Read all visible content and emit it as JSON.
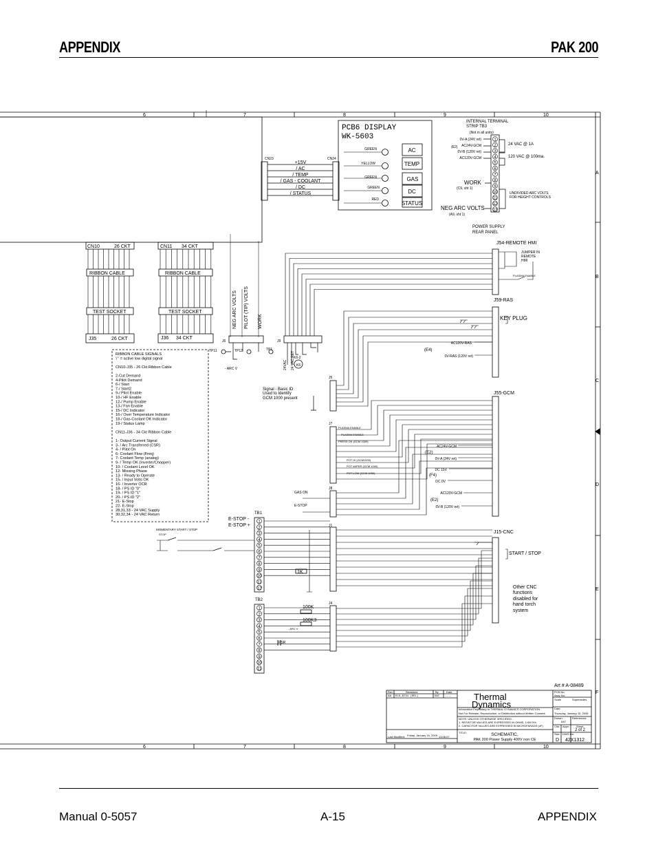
{
  "header": {
    "left": "APPENDIX",
    "right": "PAK 200"
  },
  "footer": {
    "left": "Manual    0-5057",
    "center": "A-15",
    "right": "APPENDIX"
  },
  "zones": {
    "cols": [
      "6",
      "7",
      "8",
      "9",
      "10"
    ],
    "rows": [
      "A",
      "B",
      "C",
      "D",
      "E",
      "F"
    ]
  },
  "pcb6": {
    "title1": "PCB6  DISPLAY",
    "title2": "WK-5603",
    "cn23": "CN23",
    "cn24": "CN24",
    "signals": [
      "+15V",
      "/ AC",
      "/ TEMP",
      "/ GAS - COOLANT",
      "/ DC",
      "/ STATUS"
    ],
    "leds": [
      "GREEN",
      "YELLOW",
      "GREEN",
      "GREEN",
      "RED"
    ],
    "buttons": [
      "AC",
      "TEMP",
      "GAS",
      "DC",
      "STATUS"
    ]
  },
  "tb3": {
    "title1": "INTERNAL TERMINAL",
    "title2": "STRIP  TB3",
    "note": "(Not in all units)",
    "terms": [
      "1",
      "2",
      "3",
      "4",
      "5",
      "6",
      "7",
      "8",
      "9",
      "10",
      "11",
      "12",
      "13"
    ],
    "labels": [
      "0V-A (24V ret)",
      "AC24V-GCM",
      "0V-B (120V ret)",
      "AC120V-GCM"
    ],
    "zone": "(E2)",
    "vac24": "24 VAC @ 1A",
    "vac120": "120 VAC @ 100ma.",
    "work": "WORK",
    "work_ref": "(C9, sht 1)",
    "neg": "NEG ARC VOLTS",
    "neg_ref": "(A9, sht 1)",
    "undivided1": "UNDIVIDED ARC VOLTS",
    "undivided2": "FOR HEIGHT CONTROLS",
    "psu1": "POWER SUPPLY",
    "psu2": "REAR PANEL"
  },
  "ribbon": {
    "cn10": "CN10",
    "cn10_ckt": "26 CKT",
    "cn11": "CN11",
    "cn11_ckt": "34 CKT",
    "ribbon": "RIBBON  CABLE",
    "test": "TEST SOCKET",
    "j35": "J35",
    "j35_ckt": "26 CKT",
    "j36": "J36",
    "j36_ckt": "34 CKT"
  },
  "signals_box": {
    "lines": [
      "RIBBON CABLE SIGNALS",
      " '/ ' = active low digital signal",
      "",
      "CN10-J35 - 26 Ckt Ribbon Cable",
      "",
      "2-Cut Demand",
      "4-Pilot Demand",
      "6-/ Start",
      "7-/ Start2",
      "9-/ Pilot Enable",
      "10-/ HF Enable",
      "12-/ Pump Enable",
      "13-/ Fan Enable",
      "15-/ DC Indicator",
      "16-/ Over Temperature Indicator",
      "18-/ Gas-Coolant OK Indicator",
      "19-/ Status Lamp",
      "",
      "CN11-J36 - 34 Ckt Ribbon Cable",
      "",
      "1-  Output Current Signal",
      "3-  / Arc Transferred  (CSR)",
      "4-  / Pilot On",
      "6-  Coolant Flow (Freq)",
      "7-  Coolant Temp (analog)",
      "9-  / Temp OK (Inverter/Chopper)",
      "10- / Coolant Level OK",
      "12- Missing Phase",
      "13- / Ready to Operate",
      "15- / Input Volts OK",
      "16- / Inverter OCR",
      "18- / PS ID \"0\"",
      "19- / PS ID \"1\"",
      "20- / PS ID \"2\"",
      "21- E-Stop",
      "22- E-Stop",
      "28,31,33 - 24 VAC Supply",
      "30,32,34 - 24 VAC Return"
    ]
  },
  "mid": {
    "j6": "J6",
    "j9": "J9",
    "tp11": "TP11",
    "tp12": "TP12",
    "tp1": "TP1",
    "arcv": "- ARC V",
    "neg": "NEG ARC VOLTS",
    "pilot": "PILOT (TIP) VOLTS",
    "work": "WORK",
    "vac24": "24VAC",
    "vacret": "24 VAC RET",
    "k6": "K6",
    "k62": "K6-2",
    "sig1": "Signal - Basic ID",
    "sig2": "Used to Identify",
    "sig3": "GCM 1000 present",
    "j5": "J5",
    "j7": "J7",
    "j8": "J8",
    "j1": "J1",
    "j4": "J4",
    "j7_sigs": [
      "PLASMA ENABLE",
      "PLASMA ENABLE",
      "PRESS OK (GCM 1000)",
      "POT HI (GCM1000)",
      "POT WIPER (GCM 1000)",
      "POT LOW (GCM 1000)"
    ],
    "gason": "GAS ON",
    "estop": "E-STOP",
    "estop1": "E-STOP -",
    "estop2": "E-STOP +",
    "tb1": "TB1",
    "tb2": "TB2",
    "momentary": "MOMENTARY  START / STOP",
    "stop": "STOP",
    "r1k": "1K",
    "r100k": "100K",
    "r100k3": "100K3",
    "psr": "PSR",
    "arcv2": "- ARC V"
  },
  "right": {
    "j54": "J54-REMOTE HMI",
    "jumper1": "JUMPER IN",
    "jumper2": "REMOTE",
    "jumper3": "HMI",
    "plasma": "PLASMA ENABLE",
    "j59": "J59-RAS",
    "keyplug": "KEY PLUG",
    "ac120ras": "AC120V-RAS",
    "ovras": "0V-RAS (120V ret)",
    "e4": "(E4)",
    "j55": "J55-GCM",
    "ac24gcm": "AC24V-GCM",
    "e2a": "(E2)",
    "ova": "0V-A (24V ret)",
    "dc15": "DC 15V",
    "f4": "(F4)",
    "dc0": "DC 0V",
    "ac120gcm": "AC120V-GCM",
    "e2b": "(E2)",
    "ovb": "0V-B (120V ret)",
    "j15": "J15-CNC",
    "startstop": "START / STOP",
    "other": [
      "Other CNC",
      "functions",
      "disabled for",
      "hand torch",
      "system"
    ]
  },
  "titleblock": {
    "art": "Art # A-08489",
    "rev": "Rev",
    "revisions": "Revisions",
    "by": "By",
    "date": "Date",
    "rev_row": [
      "AA",
      "ECO-B731 (REL)",
      "DAT",
      "----"
    ],
    "company1": "Thermal",
    "company2": "Dynamics",
    "prop": "Information Proprietary to THERMAL DYNAMICS CORPORATION.",
    "prop2": "Not For Release, Reproduction, or Distribution without Written Consent.",
    "note1": "NOTE: UNLESS OTHERWISE SPECIFIED -",
    "note2": "1. RESISTOR VALUES ARE EXPRESSED IN OHMS, 1/4W 5%.",
    "note3": "2. CAPACITOR VALUES ARE EXPRESSED IN MICROFARADS (uF)",
    "title_lbl": "TITLE:",
    "title1": "SCHEMATIC,",
    "title2": "PAK 200 Power Supply   400V non CE",
    "last_mod": "Last Modified:",
    "last_mod_val": "Friday, January 16, 2009",
    "time": "13:06:07",
    "pcb": "PCB No:",
    "assy": "Assy No:",
    "scale": "Scale",
    "supersedes": "Supersedes",
    "date_lbl": "Date:",
    "date_val": "Thursday, January 15, 2009",
    "drawn": "Drawn:",
    "drawn_val": "DAT",
    "references": "References",
    "chk": "Chk:",
    "appv": "Appv:",
    "sheet": "Sheet",
    "sheet_val": "2  of  2",
    "size": "Size",
    "size_val": "D",
    "dwg": "DWG No:",
    "dwg_val": "42X1312"
  }
}
